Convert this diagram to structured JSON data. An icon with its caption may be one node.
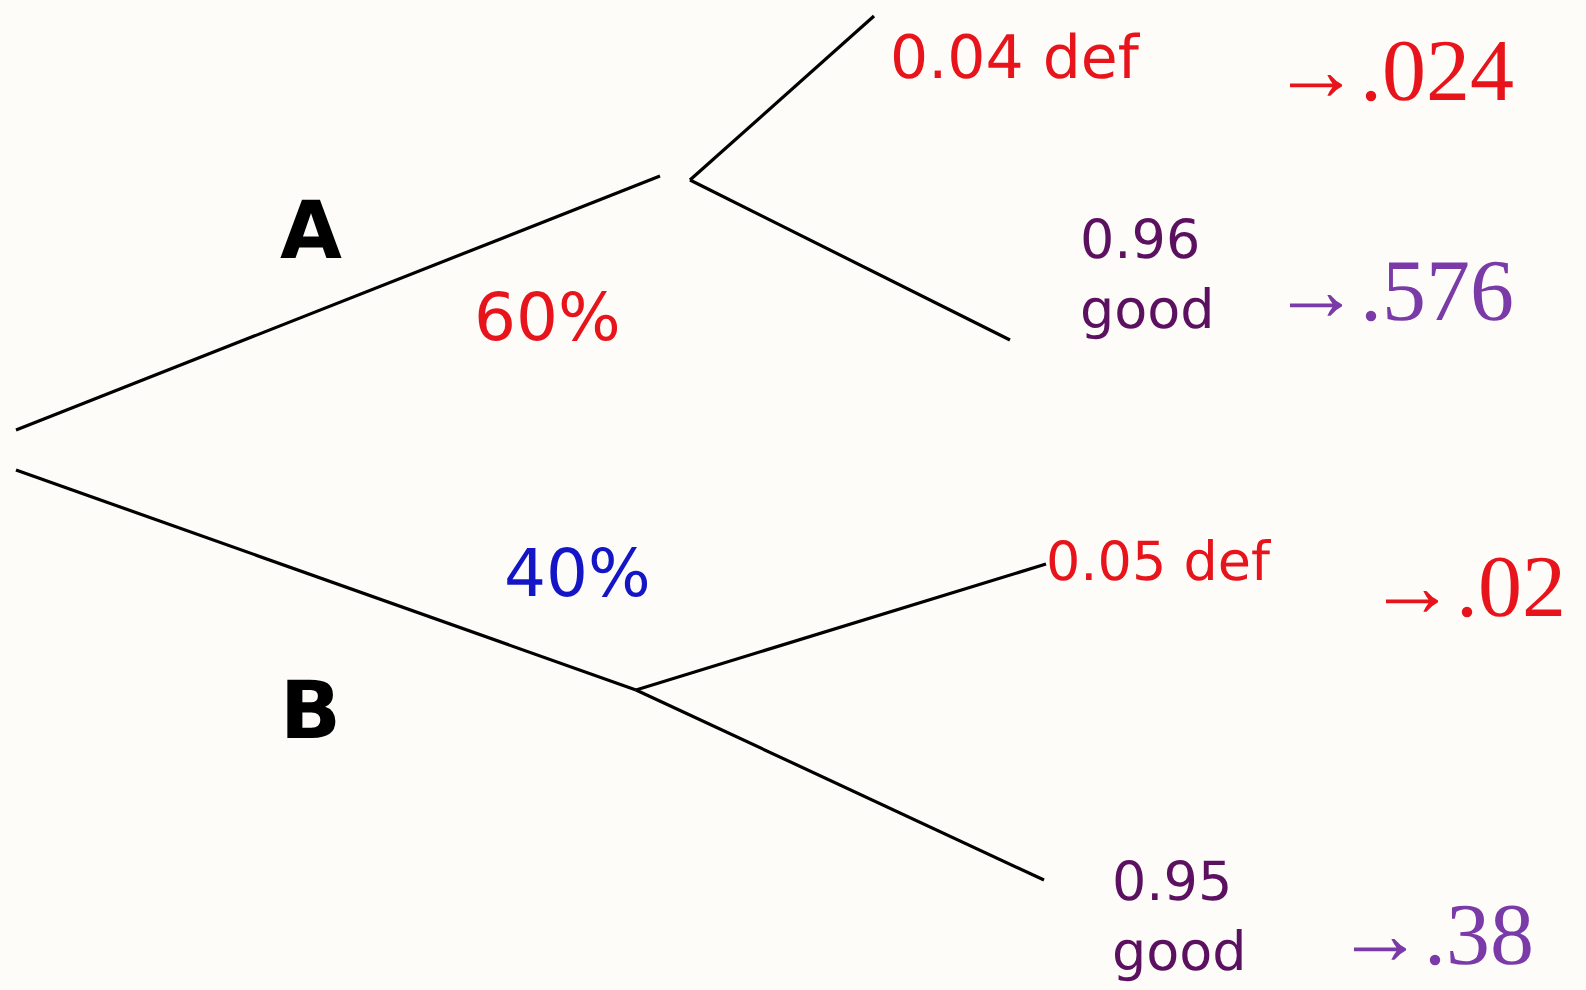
{
  "diagram": {
    "nodes": [
      {
        "text": [
          "0.04 def"
        ],
        "beside": [
          "→.024"
        ]
      },
      {
        "text": [
          "0.96 good"
        ],
        "beside": [
          "→.576"
        ]
      },
      {
        "text": [
          "0.05 def"
        ],
        "beside": [
          "→.02"
        ]
      },
      {
        "text": [
          "0.95 good"
        ],
        "beside": [
          "→.38"
        ]
      }
    ],
    "edges": [
      {
        "from": null,
        "to": 0,
        "arrow": "none"
      },
      {
        "from": null,
        "to": 1,
        "arrow": "none"
      },
      {
        "from": null,
        "to": 2,
        "arrow": "none"
      },
      {
        "from": null,
        "to": 3,
        "arrow": "none"
      }
    ],
    "labels": [
      "A",
      "60%",
      "40%",
      "B"
    ]
  }
}
